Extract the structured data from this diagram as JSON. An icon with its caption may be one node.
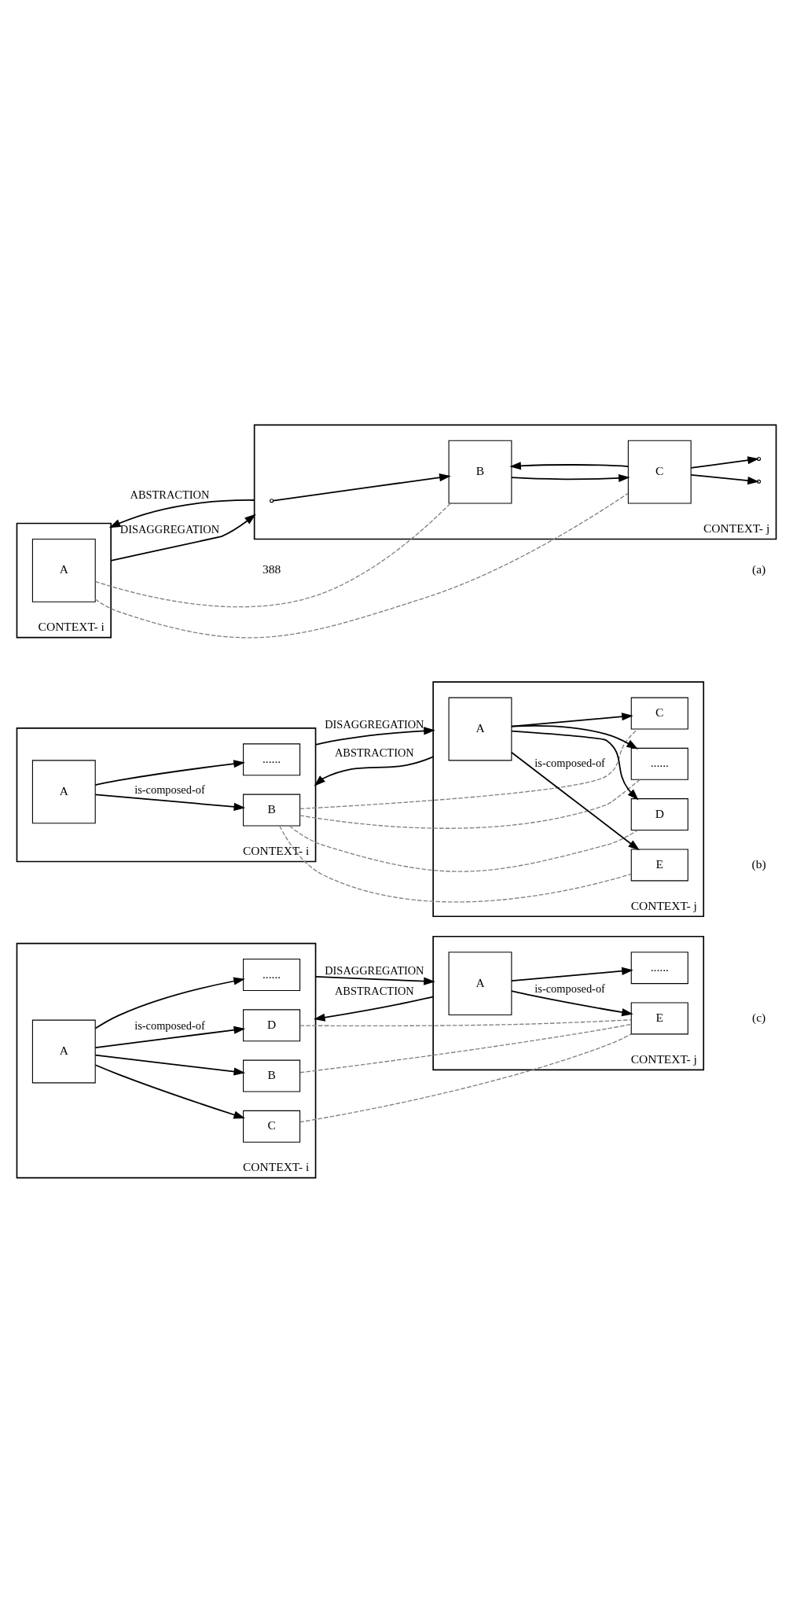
{
  "diagram": {
    "nodes": [
      {
        "text": [
          "CONTEXT- i"
        ]
      },
      {
        "text": [
          "A"
        ],
        "in": 0
      },
      {
        "text": [
          "......"
        ],
        "in": 0
      },
      {
        "text": [
          "B"
        ],
        "in": 0
      },
      {
        "text": [
          "C"
        ],
        "in": 0
      },
      {
        "text": [
          "D"
        ],
        "in": 0
      },
      {
        "text": [
          "CONTEXT- j"
        ]
      },
      {
        "text": [
          "A"
        ],
        "in": 6
      },
      {
        "text": [
          "......"
        ],
        "in": 6
      },
      {
        "text": [
          "E"
        ],
        "in": 6
      },
      {
        "text": [
          "CONTEXT- i"
        ]
      },
      {
        "text": [
          "A"
        ],
        "in": 10
      },
      {
        "text": [
          "......"
        ],
        "in": 10
      },
      {
        "text": [
          "B"
        ],
        "in": 10
      },
      {
        "text": [
          "CONTEXT- j"
        ]
      },
      {
        "text": [
          "A"
        ],
        "in": 14
      },
      {
        "text": [
          "......"
        ],
        "in": 14
      },
      {
        "text": [
          "C"
        ],
        "in": 14
      },
      {
        "text": [
          "D"
        ],
        "in": 14
      },
      {
        "text": [
          "E"
        ],
        "in": 14
      },
      {
        "text": [
          "CONTEXT- i"
        ]
      },
      {
        "text": [
          "A"
        ],
        "in": 20
      },
      {
        "text": [
          "CONTEXT- j"
        ]
      },
      {
        "text": [
          "B"
        ],
        "in": 22
      },
      {
        "text": [
          "C"
        ],
        "in": 22
      }
    ],
    "edges": [
      {
        "from": 0,
        "to": 6,
        "label": "DISAGGREGATION",
        "arrow": "to"
      },
      {
        "from": 6,
        "to": 0,
        "label": "ABSTRACTION",
        "arrow": "to"
      },
      {
        "from": 1,
        "to": 2,
        "arrow": "to"
      },
      {
        "from": 1,
        "to": 3,
        "arrow": "to"
      },
      {
        "from": 1,
        "to": 4,
        "arrow": "to"
      },
      {
        "from": 1,
        "to": 5,
        "label": "is-composed-of",
        "arrow": "to"
      },
      {
        "from": 7,
        "to": 8,
        "arrow": "to"
      },
      {
        "from": 7,
        "to": 9,
        "label": "is-composed-of",
        "arrow": "to"
      },
      {
        "from": 3,
        "to": 9,
        "arrow": "none",
        "style": "dashed",
        "color": "#808080"
      },
      {
        "from": 4,
        "to": 9,
        "arrow": "none",
        "style": "dashed",
        "color": "#808080"
      },
      {
        "from": 5,
        "to": 9,
        "arrow": "none",
        "style": "dashed",
        "color": "#808080"
      },
      {
        "from": 10,
        "to": 14,
        "label": "DISAGGREGATION",
        "arrow": "to"
      },
      {
        "from": 14,
        "to": 10,
        "label": "ABSTRACTION",
        "arrow": "to"
      },
      {
        "from": 11,
        "to": 12,
        "arrow": "to"
      },
      {
        "from": 11,
        "to": 13,
        "label": "is-composed-of",
        "arrow": "to"
      },
      {
        "from": 15,
        "to": 16,
        "arrow": "to"
      },
      {
        "from": 15,
        "to": 17,
        "arrow": "to"
      },
      {
        "from": 15,
        "to": 18,
        "arrow": "to"
      },
      {
        "from": 15,
        "to": 19,
        "label": "is-composed-of",
        "arrow": "to"
      },
      {
        "from": 13,
        "to": 16,
        "arrow": "none",
        "style": "dashed",
        "color": "#808080"
      },
      {
        "from": 13,
        "to": 17,
        "arrow": "none",
        "style": "dashed",
        "color": "#808080"
      },
      {
        "from": 13,
        "to": 18,
        "arrow": "none",
        "style": "dashed",
        "color": "#808080"
      },
      {
        "from": 13,
        "to": 19,
        "arrow": "none",
        "style": "dashed",
        "color": "#808080"
      },
      {
        "from": 20,
        "to": 22,
        "label": "DISAGGREGATION",
        "arrow": "to"
      },
      {
        "from": 22,
        "to": 20,
        "label": "ABSTRACTION",
        "arrow": "to"
      },
      {
        "from": null,
        "to": 23,
        "arrow": "to"
      },
      {
        "from": 23,
        "to": 24,
        "arrow": "to"
      },
      {
        "from": 24,
        "to": 23,
        "arrow": "to"
      },
      {
        "from": 24,
        "to": null,
        "arrow": "to"
      },
      {
        "from": 24,
        "to": null,
        "arrow": "to"
      },
      {
        "from": 21,
        "to": 23,
        "arrow": "none",
        "style": "dashed",
        "color": "#808080"
      },
      {
        "from": 21,
        "to": 24,
        "arrow": "none",
        "style": "dashed",
        "color": "#808080"
      }
    ],
    "labels": [
      "(c)",
      "(b)",
      "(a)",
      "388"
    ]
  }
}
